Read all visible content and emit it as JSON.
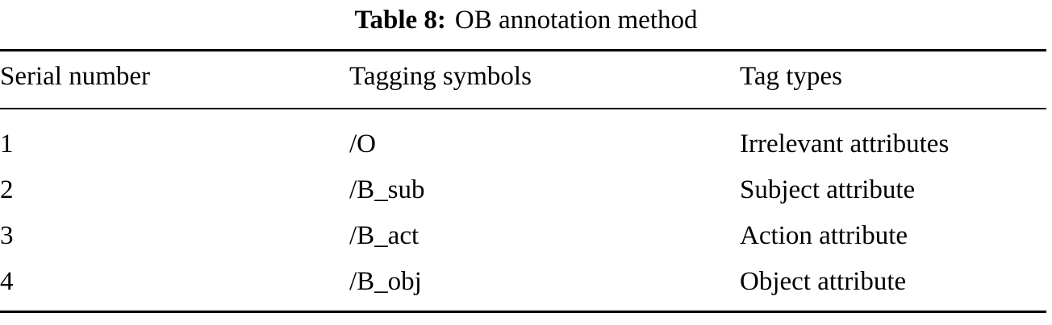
{
  "caption": {
    "label": "Table 8:",
    "text": "OB annotation method"
  },
  "table": {
    "headers": {
      "serial": "Serial number",
      "symbol": "Tagging symbols",
      "type": "Tag types"
    },
    "rows": [
      {
        "serial": "1",
        "symbol": "/O",
        "type": "Irrelevant attributes"
      },
      {
        "serial": "2",
        "symbol": "/B_sub",
        "type": "Subject attribute"
      },
      {
        "serial": "3",
        "symbol": "/B_act",
        "type": "Action attribute"
      },
      {
        "serial": "4",
        "symbol": "/B_obj",
        "type": "Object attribute"
      }
    ]
  },
  "style": {
    "text_color": "#000000",
    "background_color": "#ffffff"
  }
}
